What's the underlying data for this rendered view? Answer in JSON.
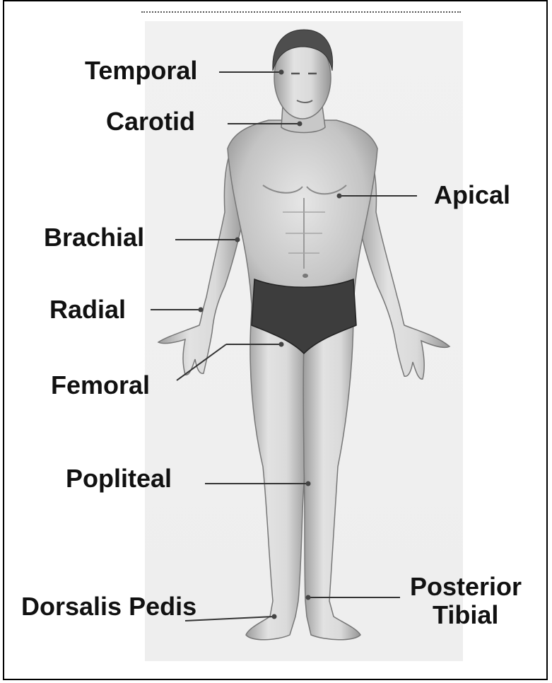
{
  "labels": {
    "temporal": "Temporal",
    "carotid": "Carotid",
    "apical": "Apical",
    "brachial": "Brachial",
    "radial": "Radial",
    "femoral": "Femoral",
    "popliteal": "Popliteal",
    "dorsalis_pedis": "Dorsalis Pedis",
    "posterior_tibial_line1": "Posterior",
    "posterior_tibial_line2": "Tibial"
  },
  "colors": {
    "skin_light": "#dcdcdc",
    "skin_shadow": "#8a8a8a",
    "hair": "#4a4a4a",
    "briefs": "#3a3a3a",
    "leader_line": "#333333",
    "pulse_dot": "#444444"
  }
}
